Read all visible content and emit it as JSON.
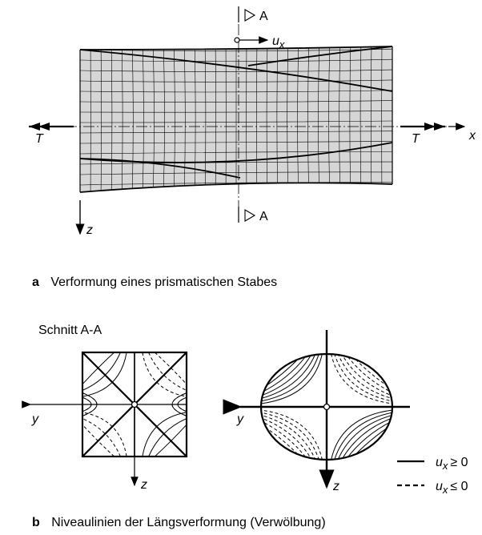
{
  "section_a": {
    "cut_label_top": "A",
    "cut_label_bottom": "A",
    "ux_var": "u",
    "ux_sub": "x",
    "torque_left": "T",
    "torque_right": "T",
    "x_axis": "x",
    "z_axis": "z",
    "caption_letter": "a",
    "caption_text": "Verformung eines prismatischen Stabes"
  },
  "section_b": {
    "section_title": "Schnitt A-A",
    "square_y_axis": "y",
    "square_z_axis": "z",
    "ellipse_y_axis": "y",
    "ellipse_z_axis": "z",
    "legend_solid_var": "u",
    "legend_solid_sub": "x",
    "legend_solid_rel": "≥ 0",
    "legend_dashed_var": "u",
    "legend_dashed_sub": "x",
    "legend_dashed_rel": "≤ 0",
    "caption_letter": "b",
    "caption_text": "Niveaulinien der Längsverformung (Verwölbung)"
  }
}
